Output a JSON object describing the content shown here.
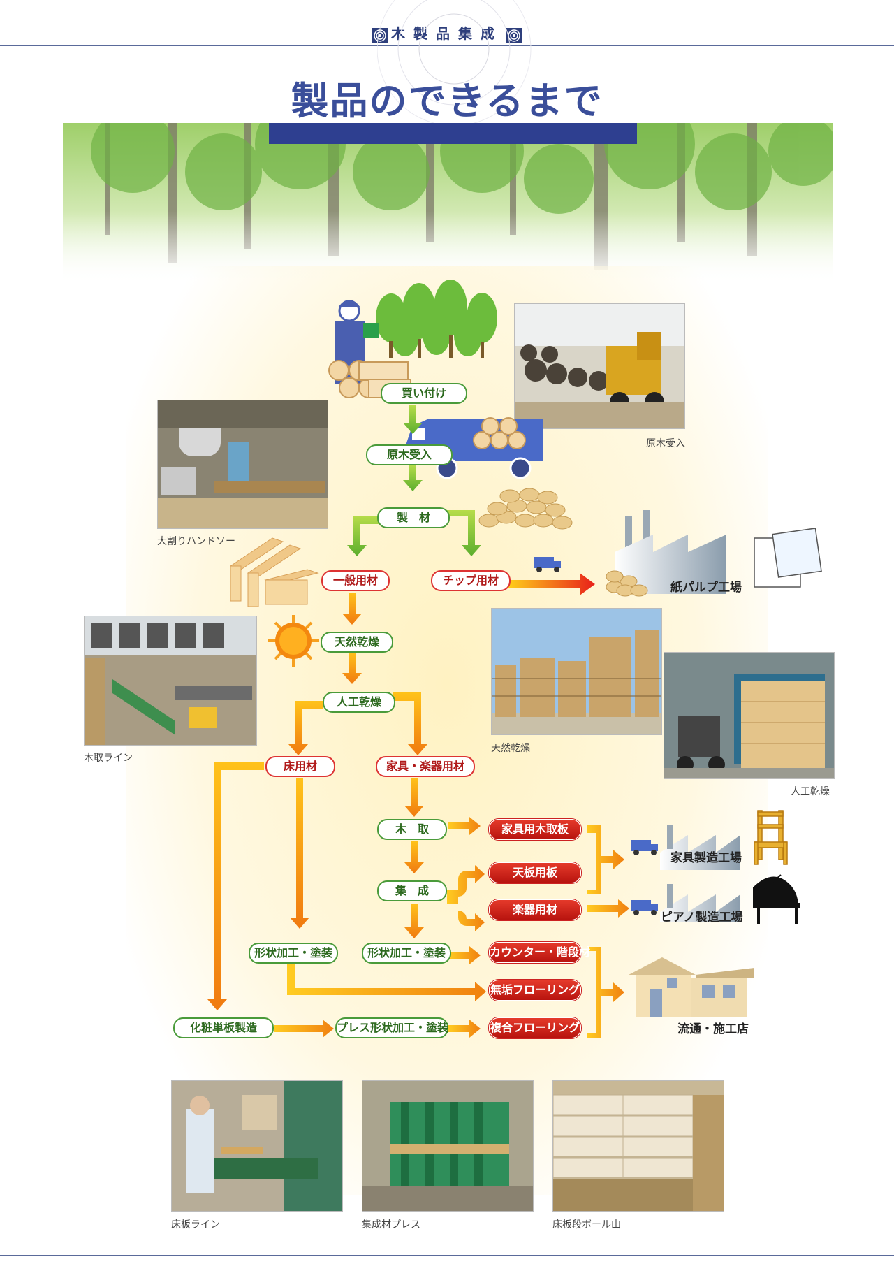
{
  "header": "木製品集成",
  "title": "製品のできるまで",
  "captions": {
    "genboku": "原木受入",
    "bandsaw": "大割りハンドソー",
    "kitori_line": "木取ライン",
    "tennen": "天然乾燥",
    "jinko": "人工乾燥",
    "yukaita_line": "床板ライン",
    "press": "集成材プレス",
    "ballmountain": "床板段ボール山"
  },
  "nodes": {
    "kaitsuke": "買い付け",
    "genboku_ukeire": "原木受入",
    "seizai": "製　材",
    "ippan": "一般用材",
    "chip": "チップ用材",
    "tennen": "天然乾燥",
    "jinko": "人工乾燥",
    "yuka": "床用材",
    "kagu_gakki": "家具・楽器用材",
    "kitori": "木　取",
    "shusei": "集　成",
    "keijo1": "形状加工・塗装",
    "keijo2": "形状加工・塗装",
    "kesho": "化粧単板製造",
    "press": "プレス形状加工・塗装"
  },
  "products": {
    "kagu_kitori": "家具用木取板",
    "tenban": "天板用板",
    "gakki": "楽器用材",
    "counter": "カウンター・階段材",
    "muku": "無垢フローリング",
    "fukugo": "複合フローリング"
  },
  "destinations": {
    "pulp": "紙パルプ工場",
    "kagu": "家具製造工場",
    "piano": "ピアノ製造工場",
    "ryutsu": "流通・施工店"
  },
  "colors": {
    "green_border": "#4a9b3a",
    "red_product": "#d3261c",
    "title_blue": "#3a4e9a"
  }
}
